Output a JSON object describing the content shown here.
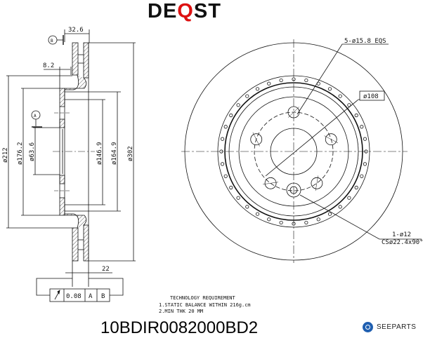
{
  "logo": {
    "text": "DEQST",
    "pre": "DE",
    "accent": "Q",
    "post": "ST",
    "accent_color": "#dd1111"
  },
  "part_number": "10BDIR0082000BD2",
  "brand": {
    "name": "SEEPARTS",
    "icon": "seeparts-logo-icon",
    "color": "#1f5fb0"
  },
  "tech": {
    "title": "TECHNOLOGY REQUIREMENT",
    "line1": "1.STATIC BALANCE WITHIN 216g.cm",
    "line2": "2.MIN THK 20 MM"
  },
  "side_view": {
    "width_total": "32.6",
    "hat_offset": "8.2",
    "d212": "ø212",
    "d176": "ø176.2",
    "d63": "ø63.6",
    "d146": "ø146.9",
    "d164": "ø164.9",
    "d302": "ø302",
    "thickness": "22",
    "datum_a": "A",
    "datum_b": "B",
    "tolerance": {
      "symbol": "runout-arrow-icon",
      "value": "0.08",
      "ref1": "A",
      "ref2": "B"
    }
  },
  "front_view": {
    "bolt_holes": "5-ø15.8 EQS",
    "pcd": "ø108",
    "hole1": "1-ø12",
    "hole1_cs": "CSø22.4x90°"
  }
}
